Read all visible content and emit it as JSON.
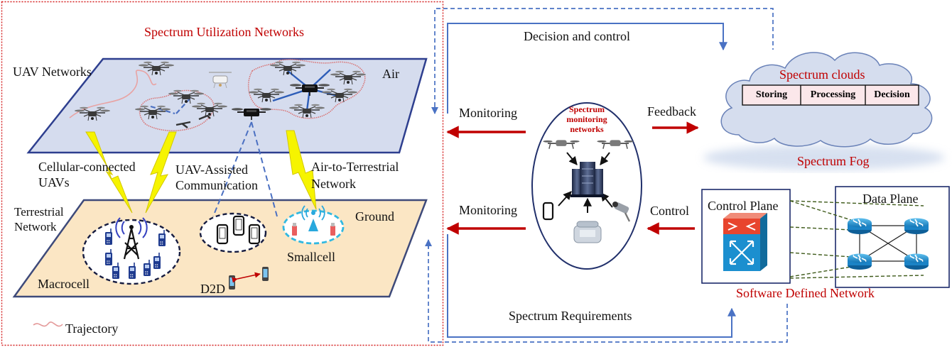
{
  "title": "Spectrum Utilization Networks",
  "air_layer": {
    "uav_networks": "UAV Networks",
    "air": "Air"
  },
  "links": {
    "cellular_connected": [
      "Cellular-connected",
      "UAVs"
    ],
    "uav_assisted": [
      "UAV-Assisted",
      "Communication"
    ],
    "air_to_terrestrial": [
      "Air-to-Terrestrial",
      "Network"
    ]
  },
  "ground_layer": {
    "terrestrial": [
      "Terrestrial",
      "Network"
    ],
    "ground": "Ground",
    "macrocell": "Macrocell",
    "smallcell": "Smallcell",
    "d2d": "D2D"
  },
  "legend": {
    "trajectory": "Trajectory"
  },
  "center": {
    "decision_control": "Decision and control",
    "monitoring_top": "Monitoring",
    "monitoring_bottom": "Monitoring",
    "feedback": "Feedback",
    "control": "Control",
    "spectrum_requirements": "Spectrum Requirements",
    "monitoring_networks": [
      "Spectrum",
      "monitoring",
      "networks"
    ]
  },
  "cloud": {
    "title": "Spectrum clouds",
    "cells": [
      "Storing",
      "Processing",
      "Decision"
    ],
    "fog": "Spectrum Fog"
  },
  "sdn": {
    "control_plane": "Control Plane",
    "data_plane": "Data Plane",
    "title": "Software Defined Network"
  },
  "colors": {
    "red_label": "#c00000",
    "air_plane_fill": "#d5dcee",
    "air_plane_stroke": "#2e3f8f",
    "ground_fill": "#fbe6c4",
    "ground_stroke": "#3e4a7a",
    "flow_blue": "#4a72c4",
    "arrow_red": "#c00000",
    "lightning": "#f6f400",
    "router": "#1e8fcf",
    "switch_red": "#e8452e"
  },
  "icons": [
    "drone-icon",
    "tower-icon",
    "phone-icon",
    "server-icon",
    "router-icon",
    "switch-icon",
    "camera-icon",
    "landline-icon",
    "smallcell-icon"
  ]
}
